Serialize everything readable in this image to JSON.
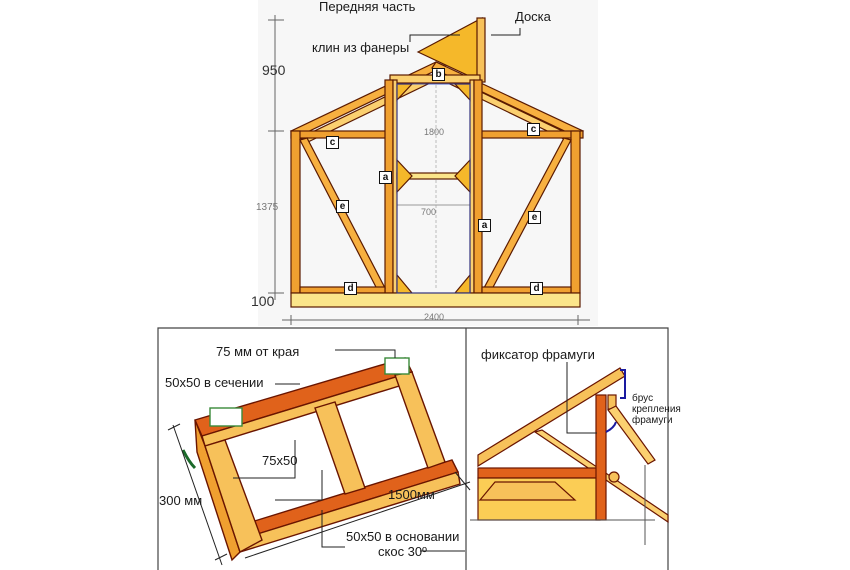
{
  "front_view": {
    "title": "Передняя часть",
    "callouts": {
      "board": "Доска",
      "plywood_wedge": "клин из фанеры"
    },
    "dimensions": {
      "roof_height": "950",
      "wall_height": "1375",
      "base_height": "100",
      "total_width": "2400",
      "door_width": "700",
      "door_height": "1800"
    },
    "part_tags": [
      {
        "id": "b",
        "label": "b"
      },
      {
        "id": "c-left",
        "label": "c"
      },
      {
        "id": "c-right",
        "label": "c"
      },
      {
        "id": "a-left",
        "label": "a"
      },
      {
        "id": "a-right",
        "label": "a"
      },
      {
        "id": "e-left",
        "label": "e"
      },
      {
        "id": "e-right",
        "label": "e"
      },
      {
        "id": "d-left",
        "label": "d"
      },
      {
        "id": "d-right",
        "label": "d"
      }
    ]
  },
  "transom_frame": {
    "labels": {
      "edge_offset": "75  мм от края",
      "section": "50x50 в сечении",
      "crossbar": "75x50",
      "height": "300 мм",
      "length": "1500мм",
      "base": "50x50 в основании",
      "bevel": "скос 30º"
    }
  },
  "transom_detail": {
    "labels": {
      "latch": "фиксатор фрамуги",
      "mount_beam": "брус\nкрепления\nфрамуги"
    }
  },
  "colors": {
    "wood_light": "#f7c15a",
    "wood_mid": "#f0a030",
    "wood_dark": "#e0621b",
    "outline": "#5a1a00",
    "plywood": "#f5b82a",
    "base_board": "#fbe58a",
    "dim_line": "#555555"
  }
}
